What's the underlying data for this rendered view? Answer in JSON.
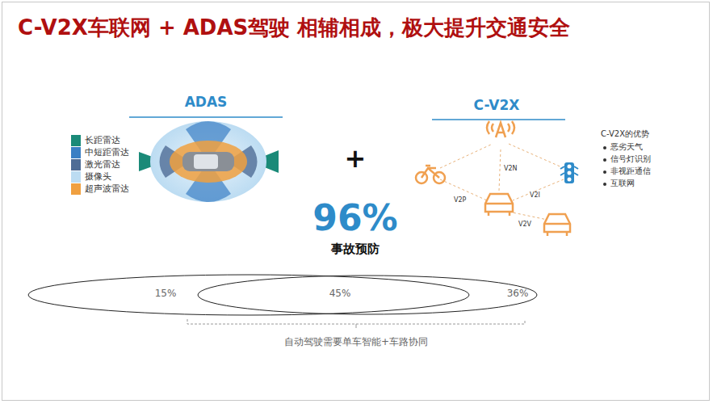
{
  "diagram": {
    "title": "C-V2X车联网 + ADAS驾驶 相辅相成，极大提升交通安全",
    "labels": [
      "ADAS",
      "C-V2X",
      "+",
      "96%",
      "事故预防",
      "V2N",
      "V2P",
      "V2I",
      "V2V",
      "C-V2X的优势",
      "恶劣天气",
      "信号灯识别",
      "非视距通信",
      "互联网",
      "15%",
      "45%",
      "36%",
      "自动驾驶需要单车智能+车路协同"
    ],
    "legend": [
      {
        "text": "长距雷达",
        "color": "#1a8a78"
      },
      {
        "text": "中短距雷达",
        "color": "#3a7fc4"
      },
      {
        "text": "激光雷达",
        "color": "#4f6d96"
      },
      {
        "text": "摄像头",
        "color": "#bcdcf2"
      },
      {
        "text": "超声波雷达",
        "color": "#f0a040"
      }
    ]
  }
}
